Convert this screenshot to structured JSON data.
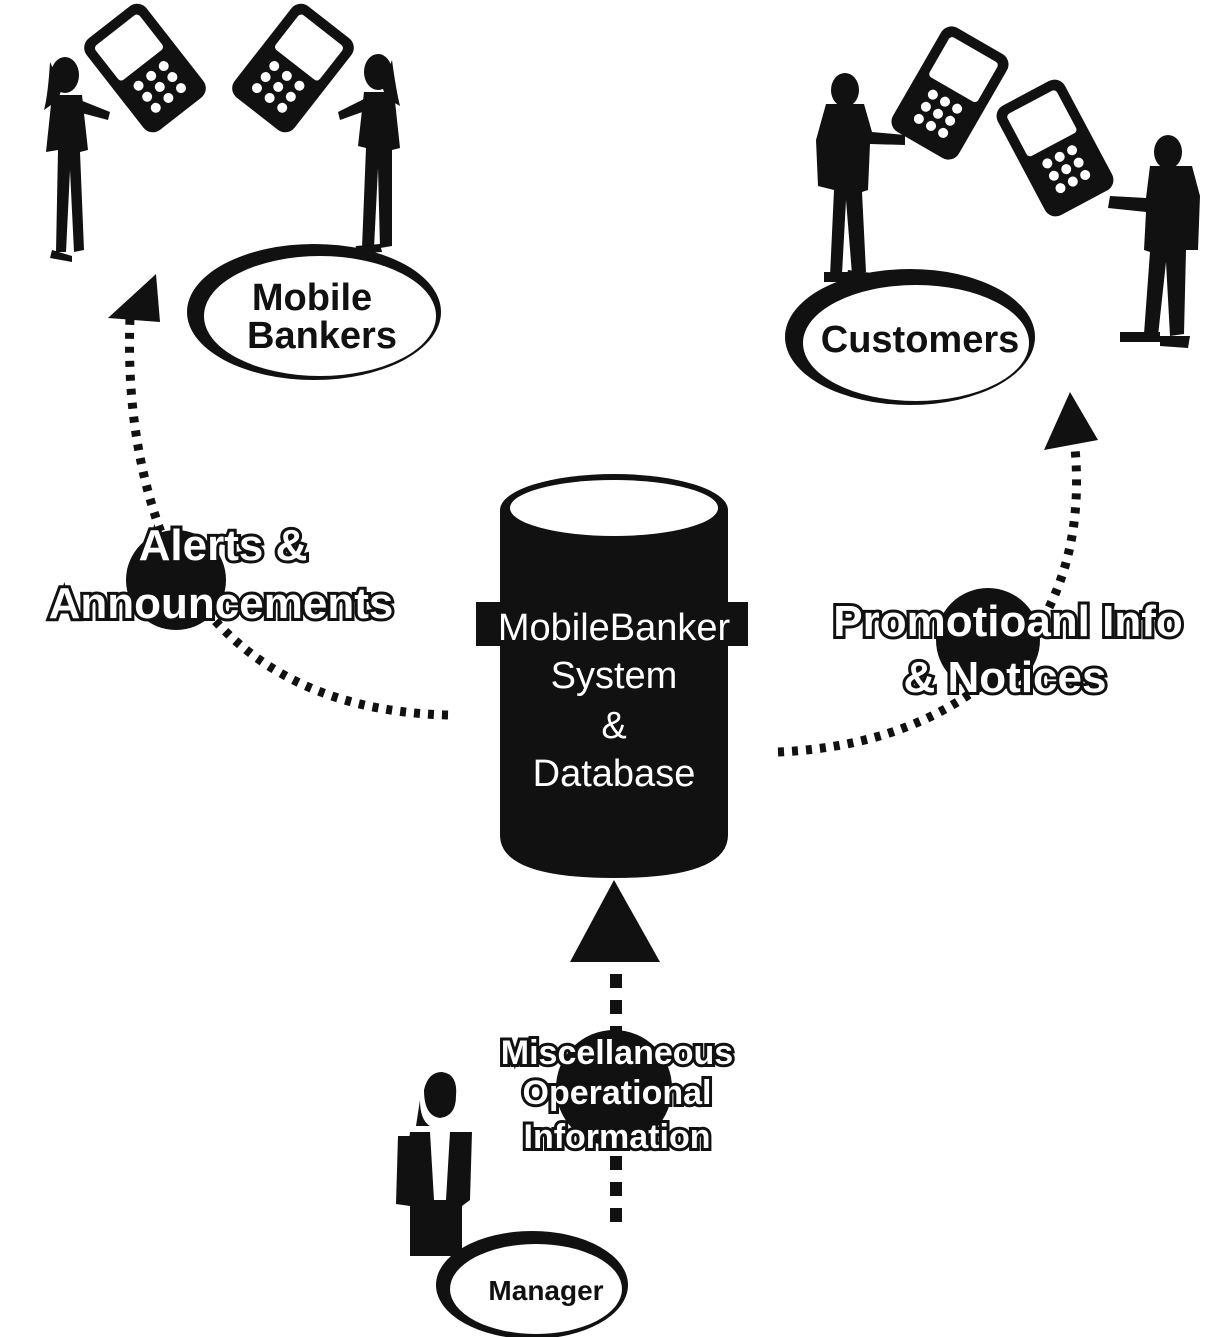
{
  "roles": {
    "mobile_bankers_line1": "Mobile",
    "mobile_bankers_line2": "Bankers",
    "customers": "Customers",
    "manager": "Manager"
  },
  "database": {
    "line1": "MobileBanker",
    "line2": "System",
    "line3": "&",
    "line4": "Database"
  },
  "flows": {
    "alerts_line1": "Alerts &",
    "alerts_line2": "Announcements",
    "promo_line1": "Promotioanl Info",
    "promo_line2": "& Notices",
    "misc_line1": "Miscellaneous",
    "misc_line2": "Operational",
    "misc_line3": "Information"
  },
  "colors": {
    "ink": "#111111",
    "background": "#ffffff"
  }
}
